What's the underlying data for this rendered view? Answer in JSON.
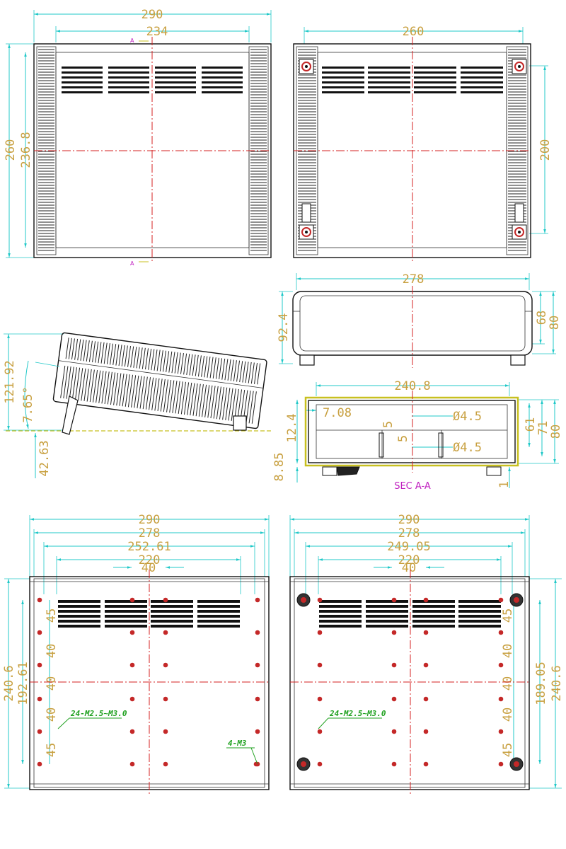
{
  "views": {
    "top_left": {
      "dims": {
        "overall_width": "290",
        "inner_width": "234",
        "overall_height": "260",
        "inner_height": "236.8"
      },
      "section_marks": [
        "A",
        "A"
      ]
    },
    "top_right": {
      "dims": {
        "width": "260",
        "height": "200"
      }
    },
    "side_tilt": {
      "dims": {
        "height": "121.92",
        "angle": "7.65°",
        "foot": "42.63"
      }
    },
    "front": {
      "dims": {
        "width": "278",
        "height": "92.4",
        "h1": "68",
        "h2": "80"
      }
    },
    "section": {
      "title": "SEC A-A",
      "dims": {
        "inner_width": "240.8",
        "wall": "7.08",
        "hole_top": "Ø4.5",
        "hole_bottom": "Ø4.5",
        "gap_top": "5",
        "gap_bottom": "5",
        "left_h": "12.4",
        "foot": "8.85",
        "r1": "61",
        "r2": "71",
        "r3": "80",
        "base": "1"
      }
    },
    "bottom_left": {
      "dims": {
        "w1": "290",
        "w2": "278",
        "w3": "252.61",
        "w4": "220",
        "w5": "40",
        "h1": "240.6",
        "h2": "192.61",
        "s1": "45",
        "s2": "40",
        "s3": "40",
        "s4": "40",
        "s5": "45"
      },
      "notes": {
        "holes": "24-M2.5~M3.0",
        "corner": "4-M3"
      }
    },
    "bottom_right": {
      "dims": {
        "w1": "290",
        "w2": "278",
        "w3": "249.05",
        "w4": "220",
        "w5": "40",
        "h1": "189.05",
        "h2": "240.6",
        "s1": "45",
        "s2": "40",
        "s3": "40",
        "s4": "40",
        "s5": "45"
      },
      "notes": {
        "holes": "24-M2.5~M3.0"
      }
    }
  },
  "colors": {
    "dimension_line": "#20c8c8",
    "dimension_text": "#c8a040",
    "center_line": "#d42020",
    "outline": "#111111",
    "note": "#1fa11f",
    "section_label": "#c020c0"
  }
}
